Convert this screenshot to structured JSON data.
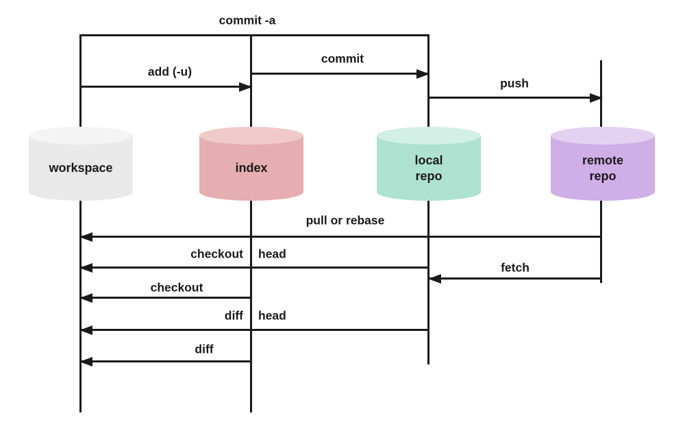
{
  "diagram": {
    "background": "#ffffff",
    "line_color": "#1a1a1a"
  },
  "nodes": [
    {
      "id": "workspace",
      "label_lines": [
        "workspace"
      ],
      "body_color": "#e9e9e9",
      "top_color": "#f4f4f4"
    },
    {
      "id": "index",
      "label_lines": [
        "index"
      ],
      "body_color": "#e6aeb1",
      "top_color": "#f0caca"
    },
    {
      "id": "local-repo",
      "label_lines": [
        "local",
        "repo"
      ],
      "body_color": "#aee2d0",
      "top_color": "#d2f0e5"
    },
    {
      "id": "remote-repo",
      "label_lines": [
        "remote",
        "repo"
      ],
      "body_color": "#d0aee8",
      "top_color": "#e3d1f2"
    }
  ],
  "arrows": {
    "commit_a": "commit -a",
    "commit": "commit",
    "add_u": "add (-u)",
    "push": "push",
    "pull_or_rebase": "pull or rebase",
    "checkout_head_left": "checkout",
    "checkout_head_right": "head",
    "fetch": "fetch",
    "checkout": "checkout",
    "diff_head_left": "diff",
    "diff_head_right": "head",
    "diff": "diff"
  }
}
